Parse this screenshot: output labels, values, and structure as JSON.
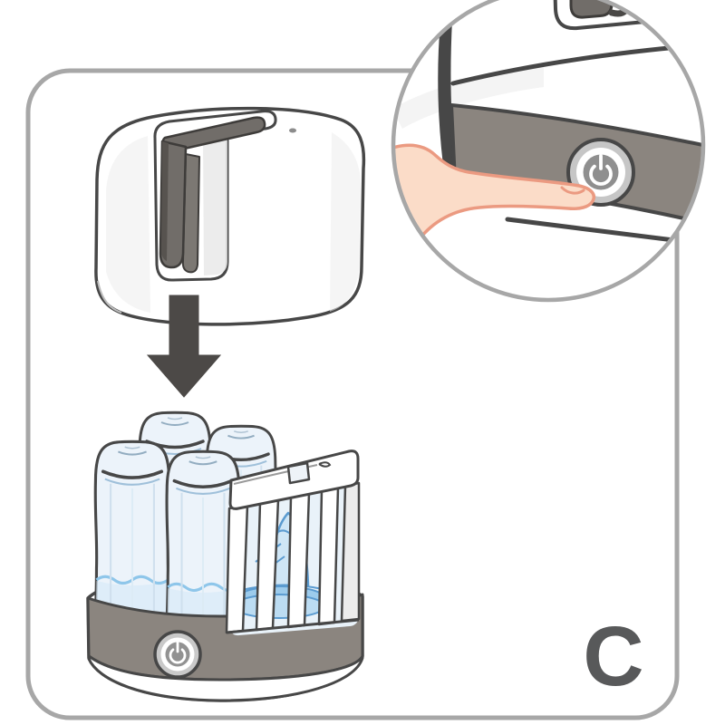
{
  "figure": {
    "step_label": "C"
  },
  "icons": {
    "power": "power-symbol (arc with vertical bar)",
    "down_arrow": "solid-down-arrow"
  },
  "colors": {
    "frame_border": "#a7a7a7",
    "outline": "#474747",
    "band_gray": "#8b857f",
    "arrow": "#4c4947",
    "handle_gray": "#716d69",
    "handle_dark": "#57534f",
    "bottle_fill": "#ecf3fa",
    "bottle_accent": "#9fc0da",
    "water_blue": "#8ec6ea",
    "content_blue": "#5b9bd0",
    "skin": "#fbdcc8",
    "skin_outline": "#eb9a81",
    "button_ring": "#c9c9c9",
    "button_face": "#929292",
    "label_text": "#58595a",
    "shading": "#ededed"
  }
}
